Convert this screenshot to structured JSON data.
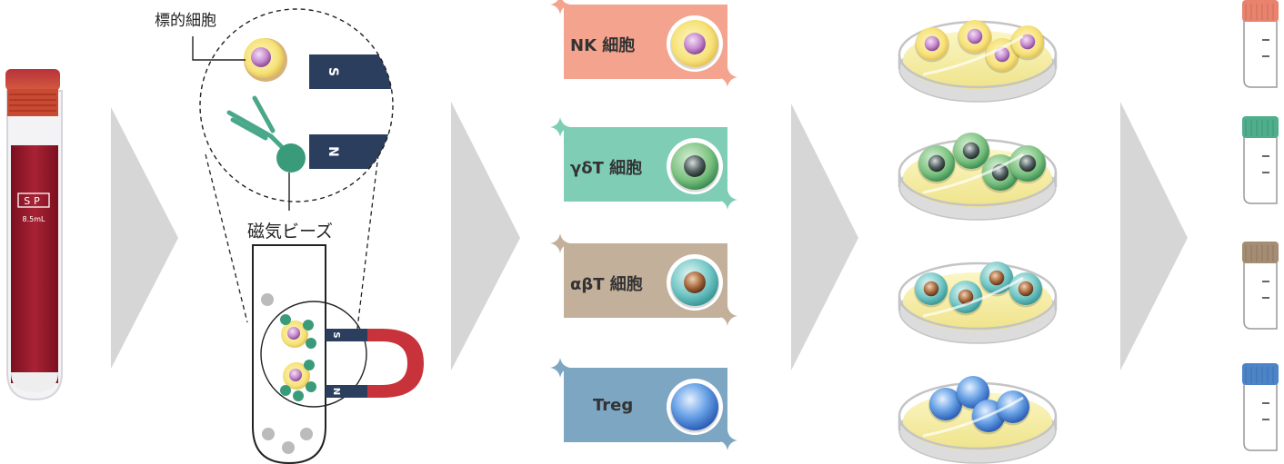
{
  "blood_tube": {
    "sp_label": "SP",
    "volume": "8.5mL"
  },
  "separation": {
    "target_label": "標的細胞",
    "bead_label": "磁気ビーズ",
    "magnet_s": "S",
    "magnet_n": "N"
  },
  "cell_types": [
    {
      "name": "NK 細胞",
      "card_color": "#f4a38e",
      "cell_color": "#c78cd0",
      "nucleus_color": "#8a4a96",
      "cap_color": "#e9836e"
    },
    {
      "name": "γδT 細胞",
      "card_color": "#7fcdb5",
      "cell_color": "#79c07e",
      "nucleus_color": "#3c4a4a",
      "cap_color": "#4fae8c"
    },
    {
      "name": "αβT 細胞",
      "card_color": "#c3b09a",
      "cell_color": "#74c7c6",
      "nucleus_color": "#7a4a2a",
      "cap_color": "#a48d73"
    },
    {
      "name": "Treg",
      "card_color": "#7da6c2",
      "cell_color": "#4f8fd6",
      "nucleus_color": "#3c6fc0",
      "cap_color": "#4c84c8"
    }
  ],
  "colors": {
    "arrow": "#d6d6d6",
    "magnet_blue": "#2c3e5e",
    "magnet_red": "#c8323a",
    "bead": "#3a9b7a",
    "blood": "#9b1b2c"
  }
}
